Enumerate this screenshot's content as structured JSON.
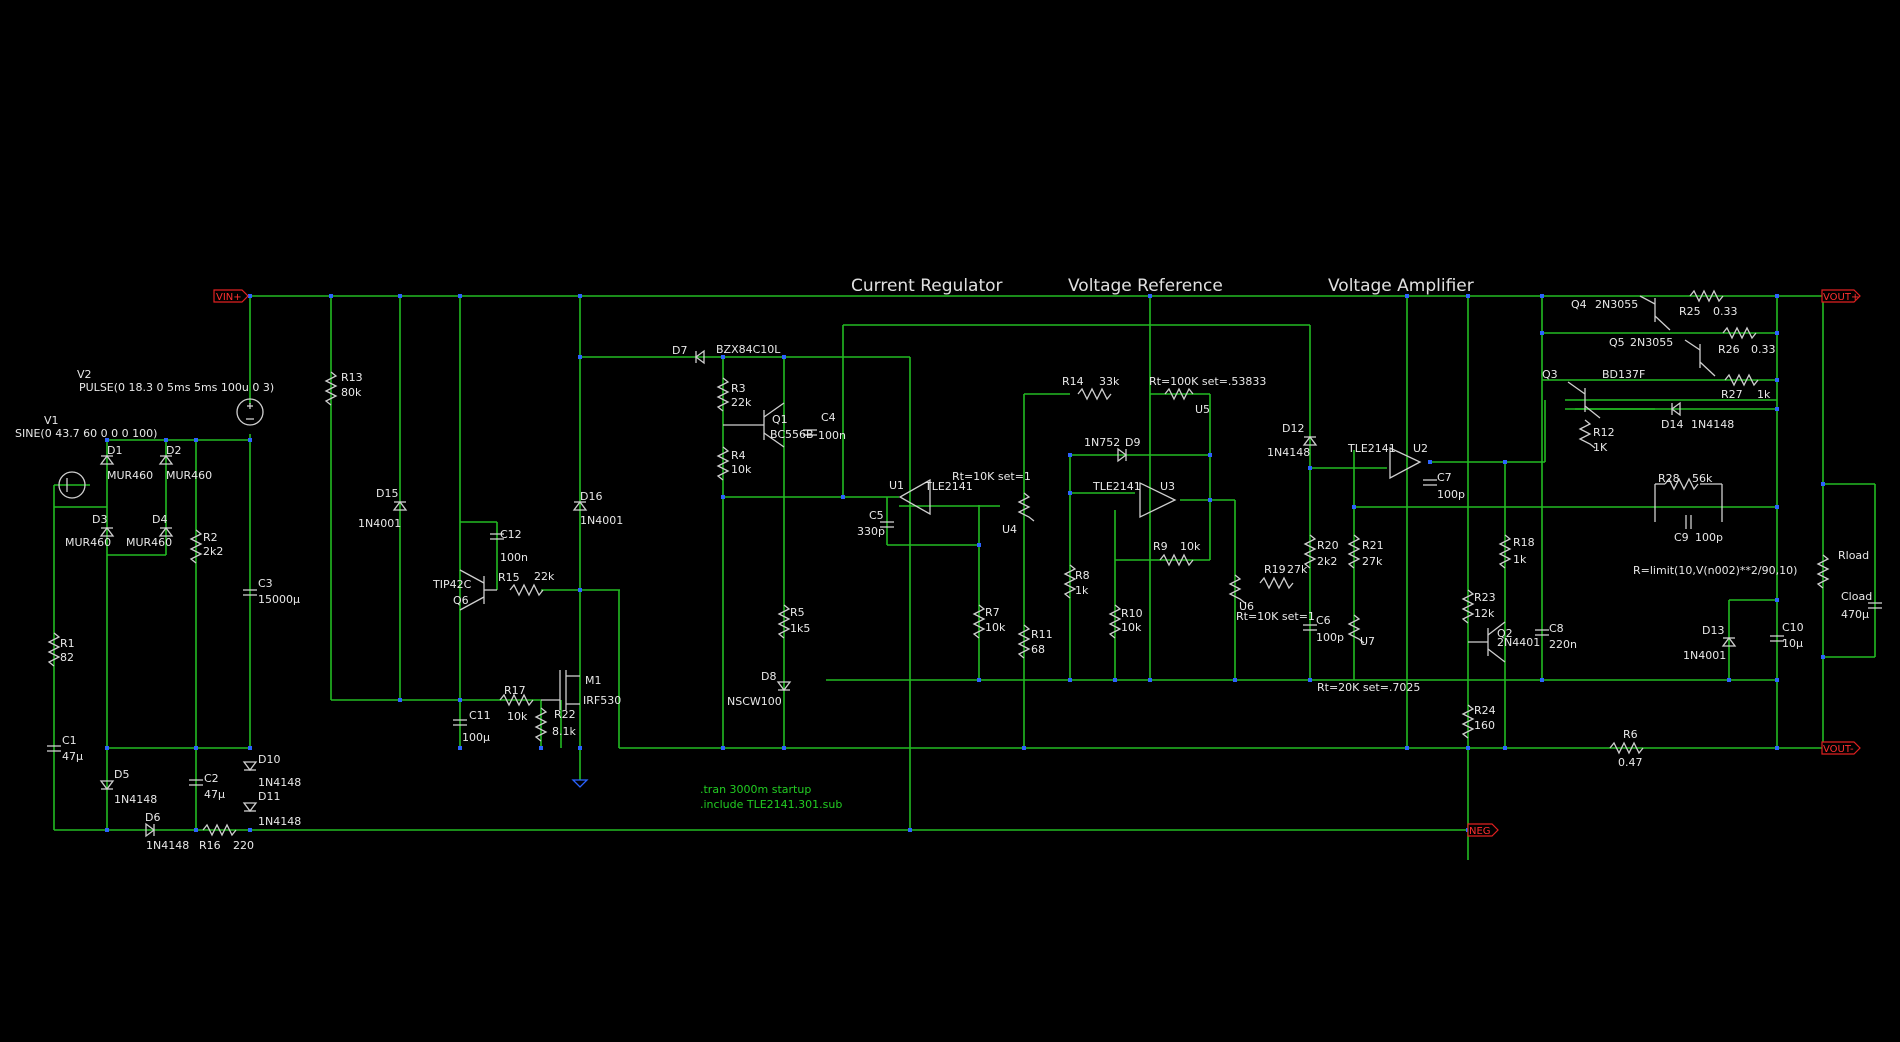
{
  "colors": {
    "background": "#000000",
    "wire": "#22bb22",
    "component": "#cfcfcf",
    "junction": "#2b63ff",
    "net_label": "#ff3030",
    "directive": "#22cc22"
  },
  "icons": [
    "resistor-symbol",
    "capacitor-symbol",
    "diode-symbol",
    "zener-symbol",
    "transistor-symbol",
    "mosfet-symbol",
    "opamp-symbol",
    "voltage-source-symbol",
    "ground-symbol",
    "potentiometer-symbol",
    "led-symbol",
    "net-flag-icon"
  ],
  "section_titles": {
    "current": "Current Regulator",
    "reference": "Voltage Reference",
    "amplifier": "Voltage Amplifier"
  },
  "nets": {
    "vin": "VIN+",
    "vout_pos": "VOUT+",
    "vout_neg": "VOUT-",
    "neg": "NEG"
  },
  "directives": [
    ".tran 3000m startup",
    ".include TLE2141.301.sub"
  ],
  "labels": {
    "v1_name": "V1",
    "v1_val": "SINE(0 43.7 60 0 0 0 100)",
    "v2_name": "V2",
    "v2_val": "PULSE(0 18.3 0 5ms 5ms 100u 0 3)",
    "d1": "D1",
    "d1v": "MUR460",
    "d2": "D2",
    "d2v": "MUR460",
    "d3": "D3",
    "d3v": "MUR460",
    "d4": "D4",
    "d4v": "MUR460",
    "r1": "R1",
    "r1v": "82",
    "r2": "R2",
    "r2v": "2k2",
    "c1": "C1",
    "c1v": "47µ",
    "c2": "C2",
    "c2v": "47µ",
    "c3": "C3",
    "c3v": "15000µ",
    "d5": "D5",
    "d5v": "1N4148",
    "d6": "D6",
    "d6v": "1N4148",
    "r16": "R16",
    "r16v": "220",
    "d10": "D10",
    "d10v": "1N4148",
    "d11": "D11",
    "d11v": "1N4148",
    "r13": "R13",
    "r13v": "80k",
    "d15": "D15",
    "d15v": "1N4001",
    "d16": "D16",
    "d16v": "1N4001",
    "c12": "C12",
    "c12v": "100n",
    "q6": "Q6",
    "q6v": "TIP42C",
    "r15": "R15",
    "r15v": "22k",
    "r17": "R17",
    "r17v": "10k",
    "r22": "R22",
    "r22v": "8.1k",
    "c11": "C11",
    "c11v": "100µ",
    "m1": "M1",
    "m1v": "IRF530",
    "d7": "D7",
    "d7v": "BZX84C10L",
    "r3": "R3",
    "r3v": "22k",
    "r4": "R4",
    "r4v": "10k",
    "q1": "Q1",
    "q1v": "BC556B",
    "c4": "C4",
    "c4v": "100n",
    "r5": "R5",
    "r5v": "1k5",
    "d8": "D8",
    "d8v": "NSCW100",
    "u1": "U1",
    "u1v": "TLE2141",
    "c5": "C5",
    "c5v": "330p",
    "u4": "U4",
    "u4v": "Rt=10K set=1",
    "r7": "R7",
    "r7v": "10k",
    "r11": "R11",
    "r11v": "68",
    "r14": "R14",
    "r14v": "33k",
    "u5": "U5",
    "u5v": "Rt=100K set=.53833",
    "d9": "D9",
    "d9v": "1N752",
    "u3": "U3",
    "u3v": "TLE2141",
    "r8": "R8",
    "r8v": "1k",
    "r10": "R10",
    "r10v": "10k",
    "r9": "R9",
    "r9v": "10k",
    "u6": "U6",
    "u6v": "Rt=10K set=1",
    "r19": "R19",
    "r19v": "27k",
    "d12": "D12",
    "d12v": "1N4148",
    "r20": "R20",
    "r20v": "2k2",
    "c6": "C6",
    "c6v": "100p",
    "u2": "U2",
    "u2v": "TLE2141",
    "c7": "C7",
    "c7v": "100p",
    "r21": "R21",
    "r21v": "27k",
    "u7": "U7",
    "u7v": "Rt=20K set=.7025",
    "r18": "R18",
    "r18v": "1k",
    "r23": "R23",
    "r23v": "12k",
    "q2": "Q2",
    "q2v": "2N4401",
    "r24": "R24",
    "r24v": "160",
    "c8": "C8",
    "c8v": "220n",
    "q4": "Q4",
    "q4v": "2N3055",
    "q5": "Q5",
    "q5v": "2N3055",
    "r25": "R25",
    "r25v": "0.33",
    "r26": "R26",
    "r26v": "0.33",
    "q3": "Q3",
    "q3v": "BD137F",
    "r27": "R27",
    "r27v": "1k",
    "d14": "D14",
    "d14v": "1N4148",
    "r12": "R12",
    "r12v": "1K",
    "r28": "R28",
    "r28v": "56k",
    "c9": "C9",
    "c9v": "100p",
    "rexpr": "R=limit(10,V(n002)**2/90,10)",
    "d13": "D13",
    "d13v": "1N4001",
    "c10": "C10",
    "c10v": "10µ",
    "rload": "Rload",
    "cload": "Cload",
    "cloadv": "470µ",
    "r6": "R6",
    "r6v": "0.47"
  }
}
